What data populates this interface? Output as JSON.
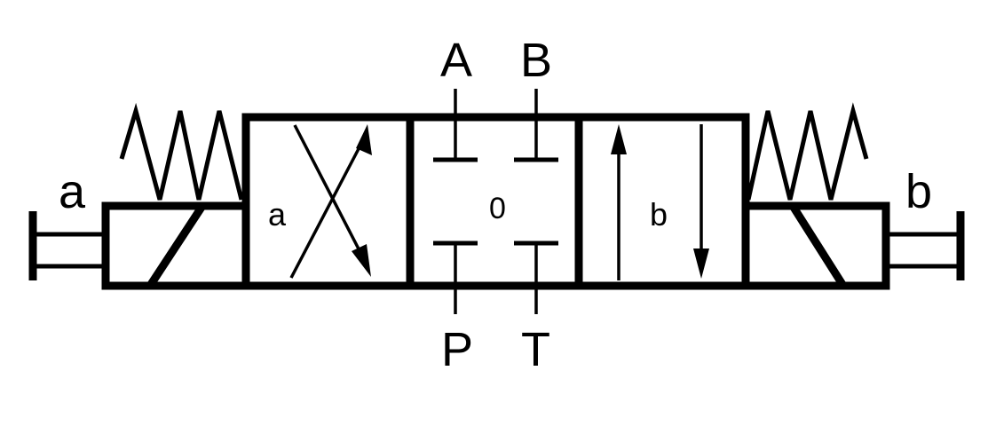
{
  "ports": {
    "a": "A",
    "b": "B",
    "p": "P",
    "t": "T"
  },
  "solenoids": {
    "left": "a",
    "right": "b"
  },
  "positions": {
    "left": "a",
    "center": "0",
    "right": "b"
  },
  "colors": {
    "line": "#000000",
    "background": "#ffffff"
  }
}
